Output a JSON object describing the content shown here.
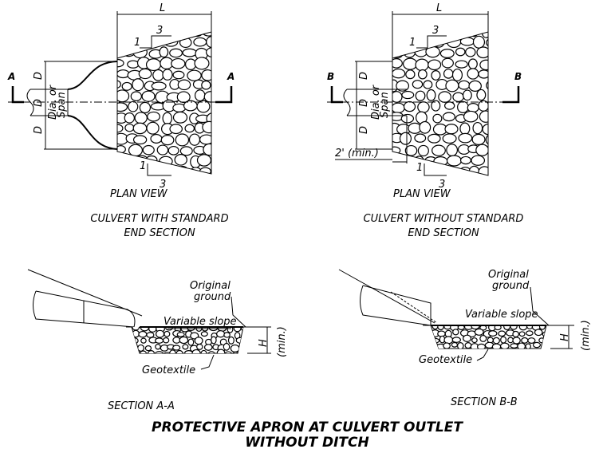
{
  "left_plan": {
    "length_label": "L",
    "slope_top": {
      "rise": "1",
      "run": "3"
    },
    "slope_bottom": {
      "rise": "1",
      "run": "3"
    },
    "section_marker": "A",
    "dim_d": "D",
    "pipe_label_1": "Dia. or",
    "pipe_label_2": "Span",
    "view_label": "PLAN VIEW",
    "title_1": "CULVERT WITH STANDARD",
    "title_2": "END SECTION"
  },
  "right_plan": {
    "length_label": "L",
    "slope_top": {
      "rise": "1",
      "run": "3"
    },
    "slope_bottom": {
      "rise": "1",
      "run": "3"
    },
    "section_marker": "B",
    "dim_d": "D",
    "pipe_label_1": "Dia. or",
    "pipe_label_2": "Span",
    "offset_label": "2' (min.)",
    "view_label": "PLAN VIEW",
    "title_1": "CULVERT WITHOUT STANDARD",
    "title_2": "END SECTION"
  },
  "section_a": {
    "ground_1": "Original",
    "ground_2": "ground",
    "slope_label": "Variable slope",
    "h_label": "H",
    "min_label": "(min.)",
    "fabric_label": "Geotextile",
    "title": "SECTION A-A"
  },
  "section_b": {
    "ground_1": "Original",
    "ground_2": "ground",
    "slope_label": "Variable slope",
    "h_label": "H",
    "min_label": "(min.)",
    "fabric_label": "Geotextile",
    "title": "SECTION B-B"
  },
  "main_title_1": "PROTECTIVE APRON AT CULVERT OUTLET",
  "main_title_2": "WITHOUT DITCH"
}
